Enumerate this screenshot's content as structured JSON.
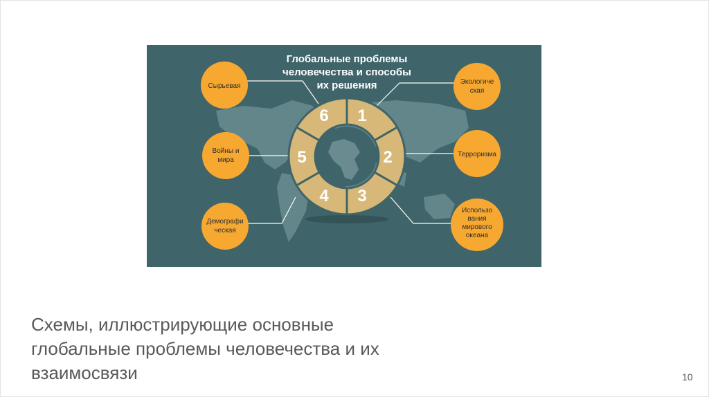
{
  "infographic": {
    "title_lines": [
      "Глобальные проблемы",
      "человечества и способы",
      "их решения"
    ],
    "segments": [
      "1",
      "2",
      "3",
      "4",
      "5",
      "6"
    ],
    "problems": [
      {
        "lines": [
          "Сырьевая"
        ]
      },
      {
        "lines": [
          "Войны и",
          "мира"
        ]
      },
      {
        "lines": [
          "Демографи",
          "ческая"
        ]
      },
      {
        "lines": [
          "Экологиче",
          "ская"
        ]
      },
      {
        "lines": [
          "Терроризма"
        ]
      },
      {
        "lines": [
          "Использо",
          "вания",
          "мирового",
          "океана"
        ]
      }
    ],
    "colors": {
      "background": "#3f6469",
      "circle": "#f7a831",
      "ring": "#d8b878",
      "map": "#6a8c90",
      "connector": "#ffffff"
    }
  },
  "caption": {
    "lines": [
      "Схемы, иллюстрирующие основные",
      "глобальные проблемы человечества и их",
      "взаимосвязи"
    ]
  },
  "page_number": "10"
}
